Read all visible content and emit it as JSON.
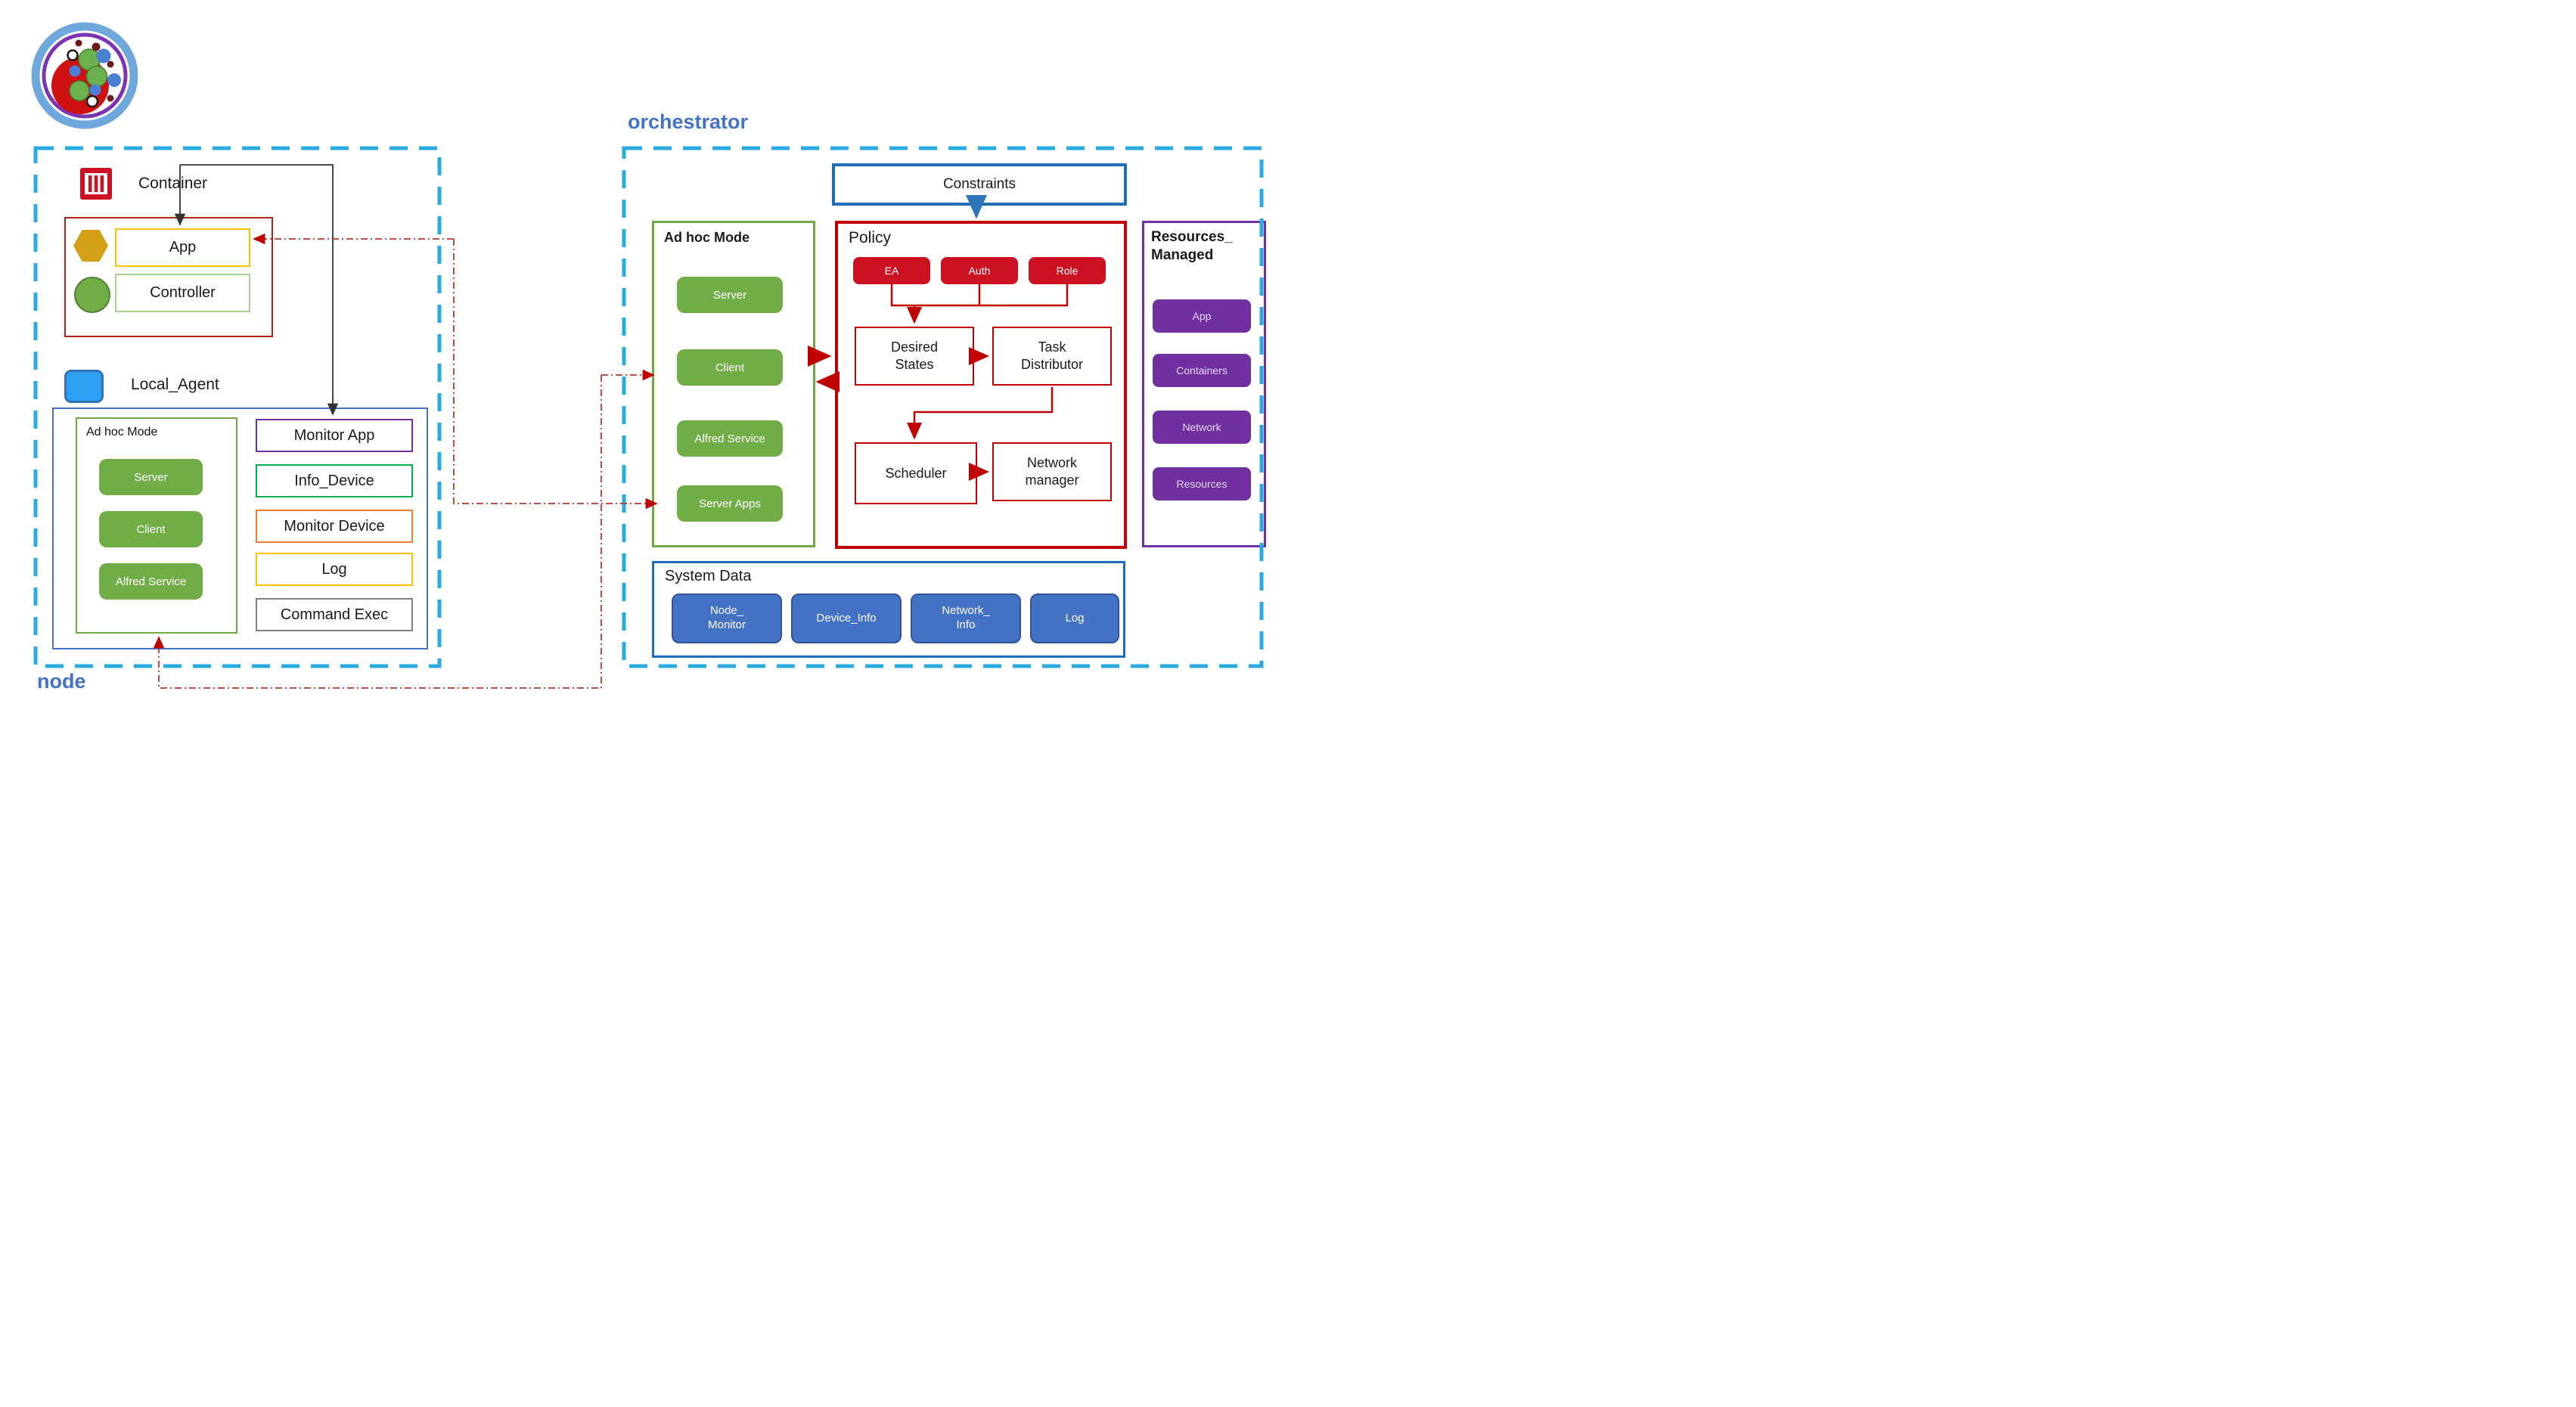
{
  "node": {
    "label": "node",
    "container": {
      "title": "Container",
      "app_label": "App",
      "controller_label": "Controller"
    },
    "local_agent": {
      "title": "Local_Agent",
      "adhoc": {
        "title": "Ad hoc Mode",
        "items": [
          "Server",
          "Client",
          "Alfred Service"
        ]
      },
      "modules": [
        "Monitor App",
        "Info_Device",
        "Monitor Device",
        "Log",
        "Command Exec"
      ]
    }
  },
  "orchestrator": {
    "label": "orchestrator",
    "constraints_label": "Constraints",
    "adhoc": {
      "title": "Ad hoc Mode",
      "items": [
        "Server",
        "Client",
        "Alfred Service",
        "Server Apps"
      ]
    },
    "policy": {
      "title": "Policy",
      "inputs": [
        "EA",
        "Auth",
        "Role"
      ],
      "desired_states": "Desired States",
      "task_distributor": "Task Distributor",
      "scheduler": "Scheduler",
      "network_manager": "Network manager"
    },
    "resources_managed": {
      "title": "Resources_\nManaged",
      "items": [
        "App",
        "Containers",
        "Network",
        "Resources"
      ]
    },
    "system_data": {
      "title": "System Data",
      "items": [
        "Node_\nMonitor",
        "Device_Info",
        "Network_\nInfo",
        "Log"
      ]
    }
  },
  "icons": {
    "logo": "microservices-logo",
    "container": "container-icon",
    "hexagon": "hexagon-icon",
    "controller": "green-circle-icon",
    "local_agent": "blue-square-icon"
  },
  "colors": {
    "dashed_border": "#29abe2",
    "zone_label": "#4472c4",
    "container_border": "#b02418",
    "app_border": "#ffc000",
    "controller_border": "#a9d18e",
    "hexagon": "#d4a017",
    "green_button": "#70ad47",
    "green_box_border": "#70a844",
    "agent_box_border": "#4472c4",
    "monitor_app_border": "#7030a0",
    "info_device_border": "#00b050",
    "monitor_device_border": "#ed7d31",
    "log_border": "#ffc000",
    "command_exec_border": "#7f7f7f",
    "constraints_border": "#1f6eb5",
    "policy_border": "#c00000",
    "policy_button": "#cc1122",
    "purple": "#7030a0",
    "system_data_border": "#1f6eb5",
    "system_data_button": "#4472c4",
    "link_red": "#c00000",
    "link_dashdot": "#b03a30",
    "link_blue": "#2e75b6",
    "link_black": "#333333"
  }
}
